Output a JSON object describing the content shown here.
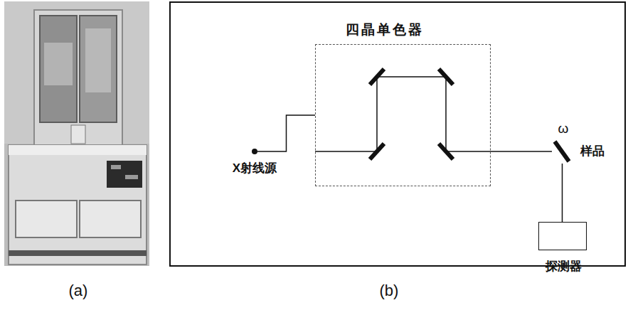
{
  "diagram": {
    "nodes": [
      {
        "text": [
          "X射线源"
        ]
      },
      {
        "text": [
          "四晶单色器"
        ]
      },
      {
        "text": [
          "样品"
        ]
      },
      {
        "text": [
          "探测器"
        ]
      }
    ],
    "edges": [
      {
        "from": 0,
        "to": 1,
        "arrow": "none"
      },
      {
        "from": 1,
        "to": 2,
        "arrow": "none"
      },
      {
        "from": 2,
        "to": 3,
        "arrow": "none"
      }
    ],
    "labels": [
      "(a)",
      "(b)",
      "ω"
    ]
  }
}
